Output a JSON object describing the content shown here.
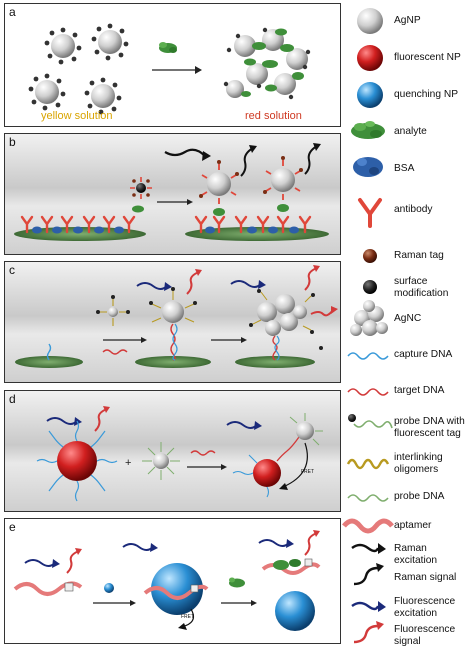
{
  "panels": {
    "a": {
      "label": "a",
      "yellow_caption": "yellow solution",
      "red_caption": "red solution"
    },
    "b": {
      "label": "b"
    },
    "c": {
      "label": "c"
    },
    "d": {
      "label": "d",
      "fret": "FRET"
    },
    "e": {
      "label": "e",
      "fret": "FRET"
    }
  },
  "legend": [
    {
      "icon": "silver-sphere-icon",
      "label": "AgNP"
    },
    {
      "icon": "red-sphere-icon",
      "label": "fluorescent NP"
    },
    {
      "icon": "blue-sphere-icon",
      "label": "quenching NP"
    },
    {
      "icon": "green-blob-icon",
      "label": "analyte"
    },
    {
      "icon": "blue-blob-icon",
      "label": "BSA"
    },
    {
      "icon": "antibody-icon",
      "label": "antibody"
    },
    {
      "icon": "brown-sphere-icon",
      "label": "Raman tag"
    },
    {
      "icon": "black-sphere-icon",
      "label": "surface modification"
    },
    {
      "icon": "sphere-cluster-icon",
      "label": "AgNC"
    },
    {
      "icon": "blue-helix-icon",
      "label": "capture DNA"
    },
    {
      "icon": "red-helix-icon",
      "label": "target DNA"
    },
    {
      "icon": "tagged-helix-icon",
      "label": "probe DNA with fluorescent tag"
    },
    {
      "icon": "gold-helix-icon",
      "label": "interlinking oligomers"
    },
    {
      "icon": "green-helix-icon",
      "label": "probe DNA"
    },
    {
      "icon": "ribbon-icon",
      "label": "aptamer"
    },
    {
      "icon": "black-arrow-icon",
      "label": "Raman excitation"
    },
    {
      "icon": "black-up-arrow-icon",
      "label": "Raman signal"
    },
    {
      "icon": "navy-arrow-icon",
      "label": "Fluorescence excitation"
    },
    {
      "icon": "red-arrow-icon",
      "label": "Fluorescence signal"
    }
  ],
  "colors": {
    "silver": "#c8c8c8",
    "red_np": "#d11f1f",
    "blue_np": "#2a8fd4",
    "analyte": "#3f8f3a",
    "bsa": "#2d5fa8",
    "antibody": "#e0473a",
    "yellow_text": "#d9a400",
    "red_text": "#cf3a24"
  }
}
